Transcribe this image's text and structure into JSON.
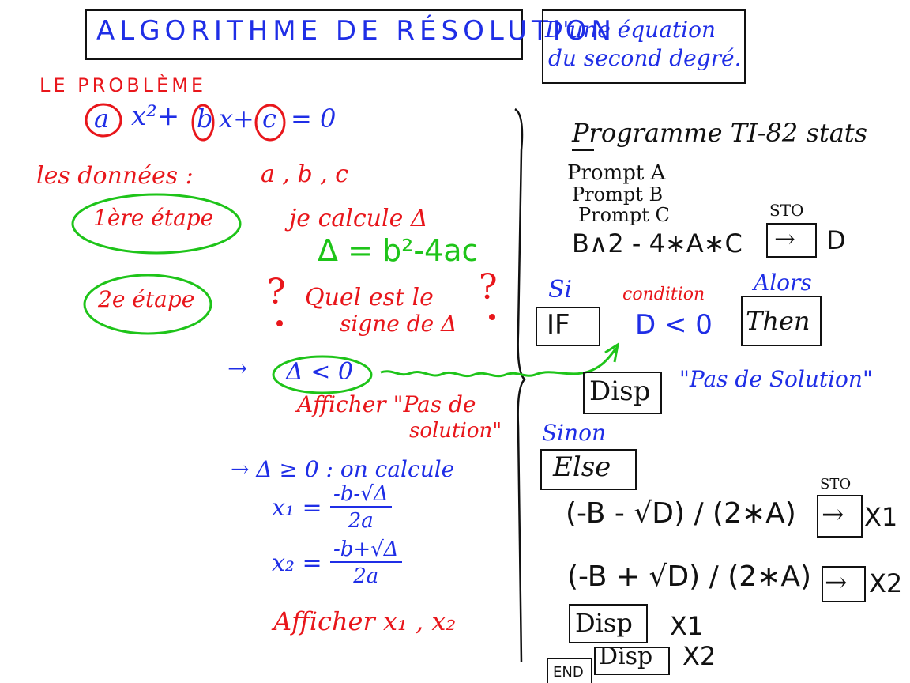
{
  "header": {
    "title": "ALGORITHME DE RÉSOLUTION",
    "subtitle_line1": "D'une équation",
    "subtitle_line2": "du second degré."
  },
  "left": {
    "probleme_label": "LE PROBLÈME",
    "equation": {
      "a": "a",
      "x2": "x²+",
      "b": "b",
      "x_plus": "x+",
      "c": "c",
      "eq0": "= 0"
    },
    "donnees_label": "les données :",
    "donnees_values": "a , b , c",
    "etape1_label": "1ère étape",
    "etape1_text": "je calcule Δ",
    "delta_formula": "Δ = b²-4ac",
    "etape2_label": "2e étape",
    "qmark_left": "?",
    "qmark_right": "?",
    "question_line1": "Quel est le",
    "question_line2": "signe de Δ",
    "case_neg_arrow": "→",
    "case_neg": "Δ < 0",
    "afficher_line1": "Afficher \"Pas de",
    "afficher_line2": "solution\"",
    "case_pos": "→ Δ ≥ 0 : on calcule",
    "x1_label": "x₁ =",
    "x1_num": "-b-√Δ",
    "x1_den": "2a",
    "x2_label": "x₂ =",
    "x2_num": "-b+√Δ",
    "x2_den": "2a",
    "afficher_roots": "Afficher x₁ , x₂"
  },
  "right": {
    "program_title": "Programme TI-82 stats",
    "prompt_a": "Prompt A",
    "prompt_b": "Prompt B",
    "prompt_c": "Prompt C",
    "sto_label": "STO",
    "calc_line": "B∧2 - 4∗A∗C",
    "sto_arrow": "→",
    "calc_target": "D",
    "si_label": "Si",
    "condition_label": "condition",
    "alors_label": "Alors",
    "if_keyword": "IF",
    "condition_expr": "D < 0",
    "then_keyword": "Then",
    "disp_keyword": "Disp",
    "no_solution_msg": "\"Pas de Solution\"",
    "sinon_label": "Sinon",
    "else_keyword": "Else",
    "sto_label2": "STO",
    "x1_expr": "(-B - √D) / (2∗A)",
    "x1_arrow": "→",
    "x1_target": "X1",
    "x2_expr": "(-B + √D) / (2∗A)",
    "x2_arrow": "→",
    "x2_target": "X2",
    "disp_keyword2": "Disp",
    "disp_x1": "X1",
    "disp_keyword3": "Disp",
    "disp_x2": "X2",
    "end_keyword": "END"
  },
  "colors": {
    "red": "#e8161b",
    "blue": "#1f2ee6",
    "green": "#1ec419",
    "black": "#111111"
  }
}
